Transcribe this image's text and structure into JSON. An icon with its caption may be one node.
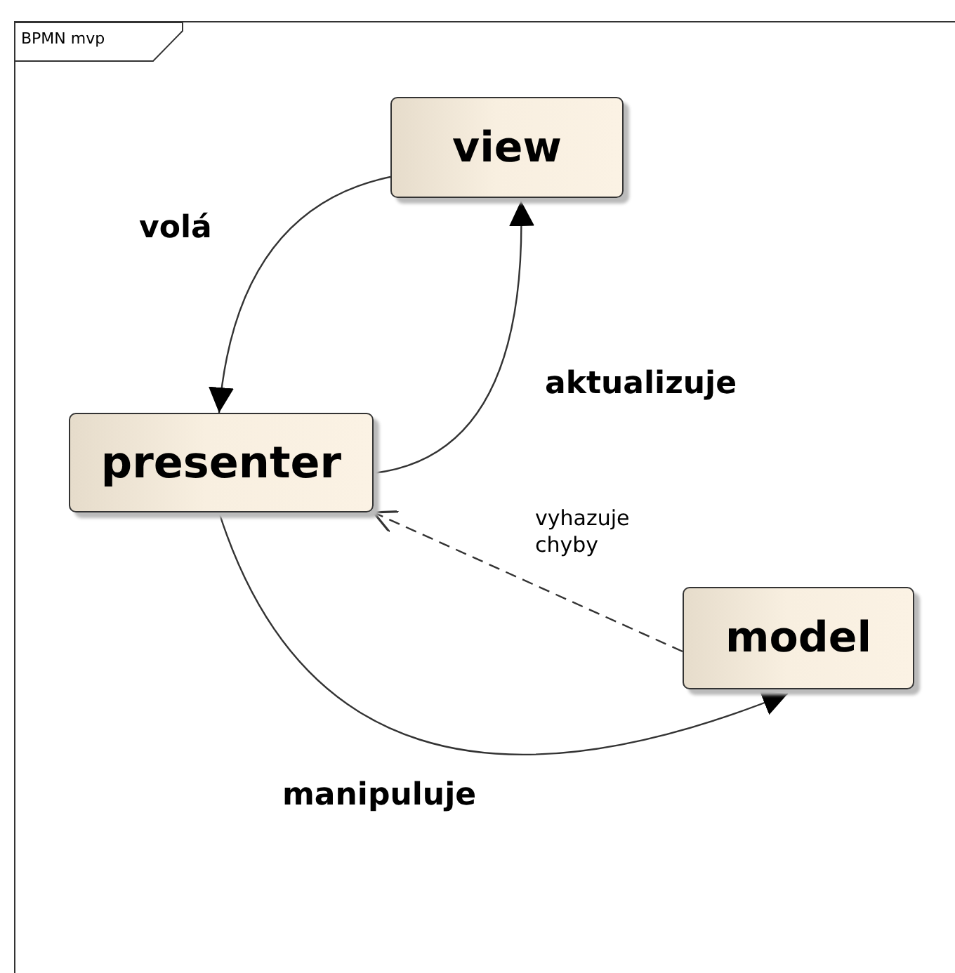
{
  "diagram": {
    "nodes": [
      {
        "text": [
          "BPMN mvp"
        ]
      },
      {
        "text": [
          "view"
        ],
        "in": 0
      },
      {
        "text": [
          "presenter"
        ],
        "in": 0
      },
      {
        "text": [
          "model"
        ],
        "in": 0
      }
    ],
    "edges": [
      {
        "from": 1,
        "to": 2,
        "arrow": "to",
        "label": "volá"
      },
      {
        "from": 2,
        "to": 1,
        "arrow": "to",
        "label": "aktualizuje"
      },
      {
        "from": 3,
        "to": 2,
        "arrow": "to",
        "label": "vyhazuje chyby",
        "style": "dashed"
      },
      {
        "from": 2,
        "to": 3,
        "arrow": "to",
        "label": "manipuluje"
      }
    ]
  }
}
